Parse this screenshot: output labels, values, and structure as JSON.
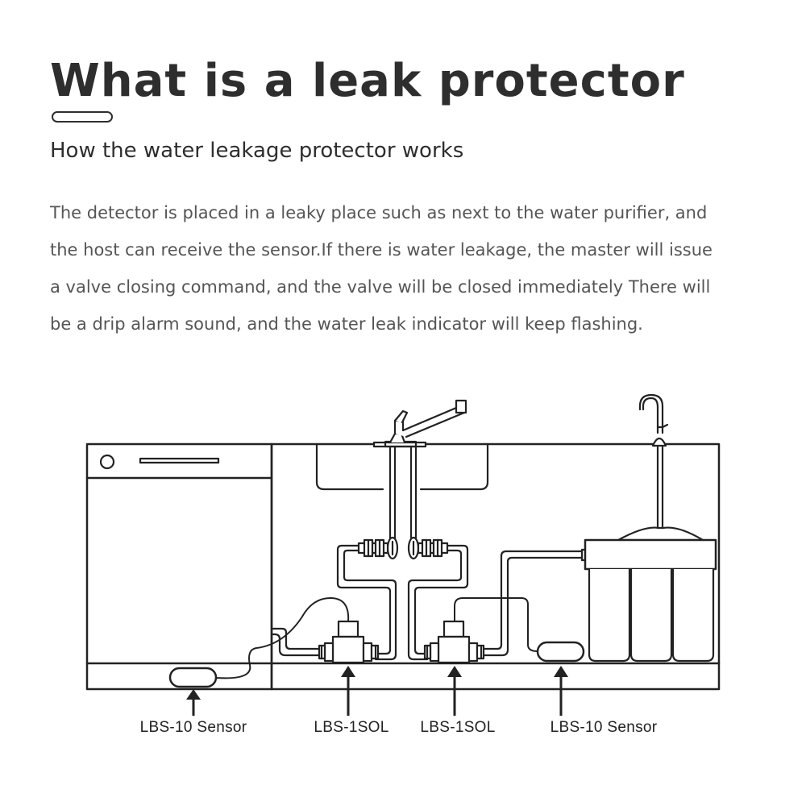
{
  "header": {
    "title": "What is a leak protector",
    "subtitle": "How the water leakage protector works"
  },
  "description": {
    "lines": [
      "The detector is placed in a leaky place such as next to the water purifier, and",
      "the host can receive the sensor.If there is water leakage, the master will issue",
      "a valve closing command, and the valve will be closed immediately There will",
      "be a drip alarm sound, and the water leak indicator will keep flashing."
    ]
  },
  "diagram": {
    "labels": {
      "sensor_left": "LBS-10 Sensor",
      "valve_left": "LBS-1SOL",
      "valve_right": "LBS-1SOL",
      "sensor_right": "LBS-10 Sensor"
    },
    "colors": {
      "line": "#222222",
      "fill": "#ffffff"
    }
  }
}
